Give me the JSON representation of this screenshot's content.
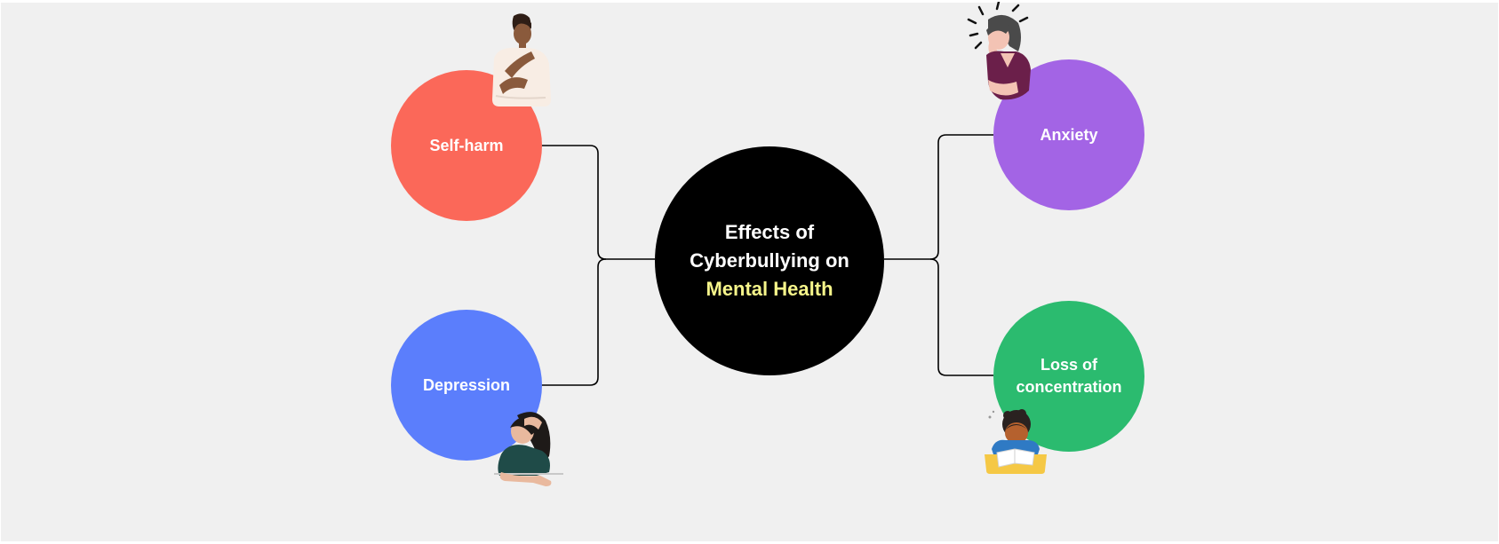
{
  "diagram": {
    "center": {
      "line1": "Effects of",
      "line2": "Cyberbullying on",
      "line3": "Mental Health"
    },
    "nodes": {
      "self_harm": "Self-harm",
      "depression": "Depression",
      "anxiety": "Anxiety",
      "loss_of_concentration": "Loss of concentration"
    }
  },
  "colors": {
    "background": "#f0f0f0",
    "center": "#000000",
    "highlight": "#f6f58a",
    "self_harm": "#fb6859",
    "depression": "#5b7efc",
    "anxiety": "#a364e5",
    "loss_of_concentration": "#2bbb6f",
    "connector": "#000000"
  },
  "icons": {
    "self_harm": "woman-hugging-self-illustration",
    "depression": "woman-head-in-hand-illustration",
    "anxiety": "stressed-woman-illustration",
    "loss_of_concentration": "boy-at-desk-illustration"
  }
}
